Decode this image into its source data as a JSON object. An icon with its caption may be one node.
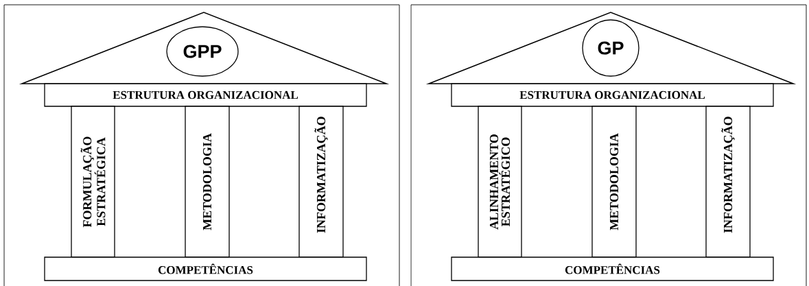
{
  "diagram": {
    "nodes": [
      {
        "text": [
          "GPP"
        ]
      },
      {
        "text": [
          "ESTRUTURA ORGANIZACIONAL"
        ]
      },
      {
        "text": [
          "FORMULAÇÃO ESTRATÉGICA"
        ]
      },
      {
        "text": [
          "METODOLOGIA"
        ]
      },
      {
        "text": [
          "INFORMATIZAÇÃO"
        ]
      },
      {
        "text": [
          "COMPETÊNCIAS"
        ]
      },
      {
        "text": [
          "GP"
        ]
      },
      {
        "text": [
          "ESTRUTURA ORGANIZACIONAL"
        ]
      },
      {
        "text": [
          "ALINHAMENTO ESTRATÉGICO"
        ]
      },
      {
        "text": [
          "METODOLOGIA"
        ]
      },
      {
        "text": [
          "INFORMATIZAÇÃO"
        ]
      },
      {
        "text": [
          "COMPETÊNCIAS"
        ]
      }
    ]
  }
}
